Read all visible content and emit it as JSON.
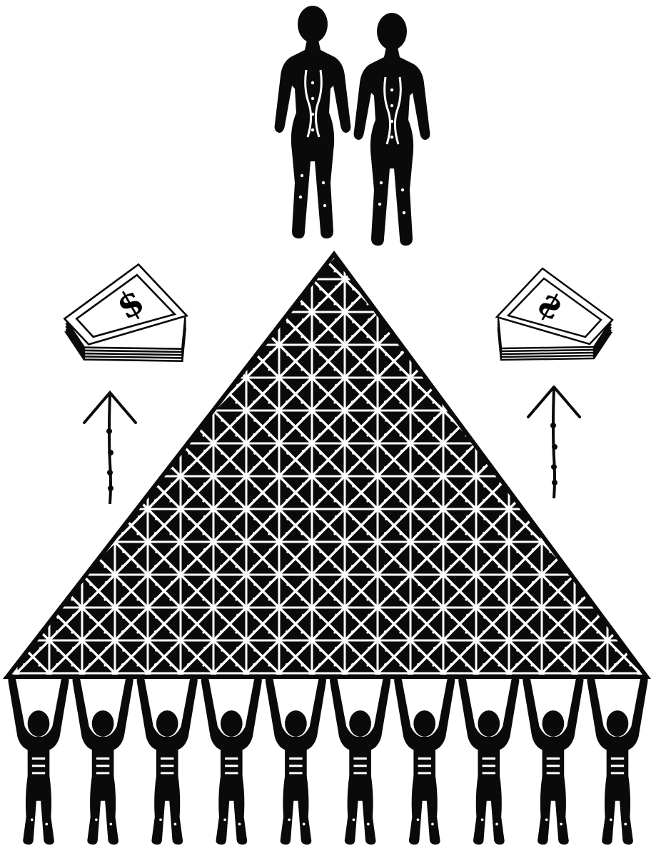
{
  "illustration": {
    "subject": "pyramid-scheme",
    "colors": {
      "ink": "#0a0a0a",
      "paper": "#ffffff"
    },
    "top_figures": {
      "count": 2
    },
    "money_stacks": [
      {
        "side": "left",
        "symbol": "$"
      },
      {
        "side": "right",
        "symbol": "$"
      }
    ],
    "arrows": [
      {
        "side": "left",
        "direction": "up"
      },
      {
        "side": "right",
        "direction": "up"
      }
    ],
    "pyramid": {
      "pattern": "lattice-with-dots"
    },
    "base_figures": {
      "count": 10
    }
  }
}
